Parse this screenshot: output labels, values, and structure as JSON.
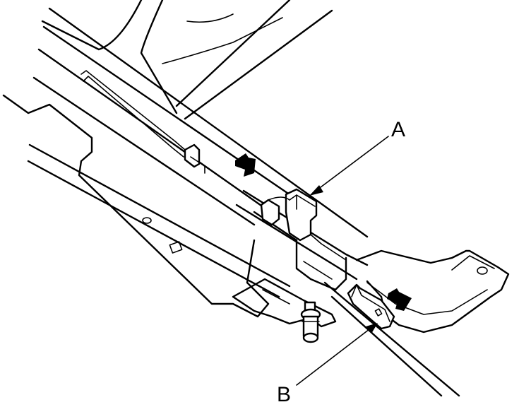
{
  "callouts": [
    {
      "id": "A",
      "label": "A"
    },
    {
      "id": "B",
      "label": "B"
    }
  ],
  "arrows": [
    "direction-arrow-upper",
    "direction-arrow-lower"
  ],
  "colors": {
    "line": "#000000",
    "background": "#ffffff"
  }
}
